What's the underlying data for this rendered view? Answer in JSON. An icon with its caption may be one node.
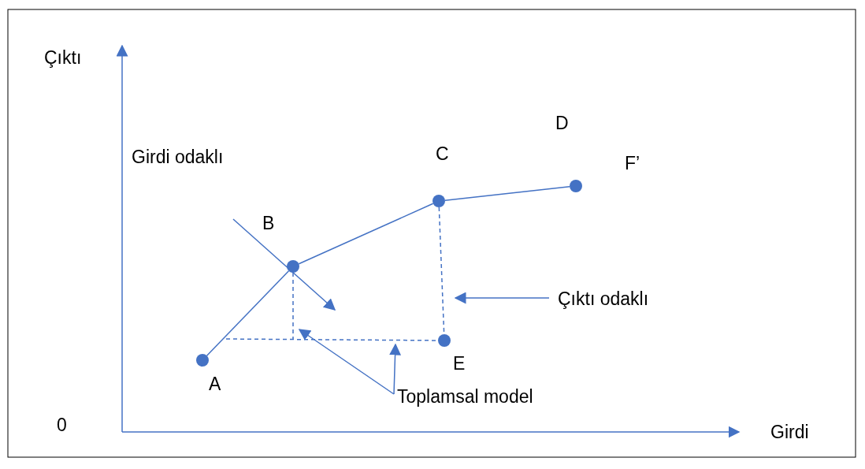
{
  "diagram": {
    "nodes": [
      {
        "text": [],
        "shape": "circle",
        "beside": [
          "A"
        ]
      },
      {
        "text": [],
        "shape": "circle",
        "beside": [
          "B"
        ]
      },
      {
        "text": [],
        "shape": "circle",
        "beside": [
          "C"
        ]
      },
      {
        "text": [],
        "shape": "circle",
        "beside": [
          "F’"
        ]
      },
      {
        "text": [],
        "shape": "circle",
        "beside": [
          "E"
        ]
      },
      {
        "text": [
          "Çıktı odaklı"
        ]
      },
      {
        "text": [
          "Toplamsal model"
        ]
      }
    ],
    "edges": [
      {
        "from": 0,
        "to": 1,
        "arrow": "none"
      },
      {
        "from": 1,
        "to": 2,
        "arrow": "none"
      },
      {
        "from": 2,
        "to": 3,
        "arrow": "none"
      },
      {
        "from": 2,
        "to": 4,
        "arrow": "none",
        "style": "dashed"
      },
      {
        "from": 1,
        "to": null,
        "arrow": "none",
        "style": "dashed"
      },
      {
        "from": null,
        "to": 4,
        "arrow": "none",
        "style": "dashed"
      },
      {
        "from": 5,
        "to": null,
        "arrow": "to"
      },
      {
        "from": 6,
        "to": null,
        "arrow": "to"
      },
      {
        "from": 6,
        "to": null,
        "arrow": "to"
      }
    ],
    "labels": [
      "Çıktı",
      "Girdi odaklı",
      "D",
      "0",
      "Girdi"
    ]
  }
}
